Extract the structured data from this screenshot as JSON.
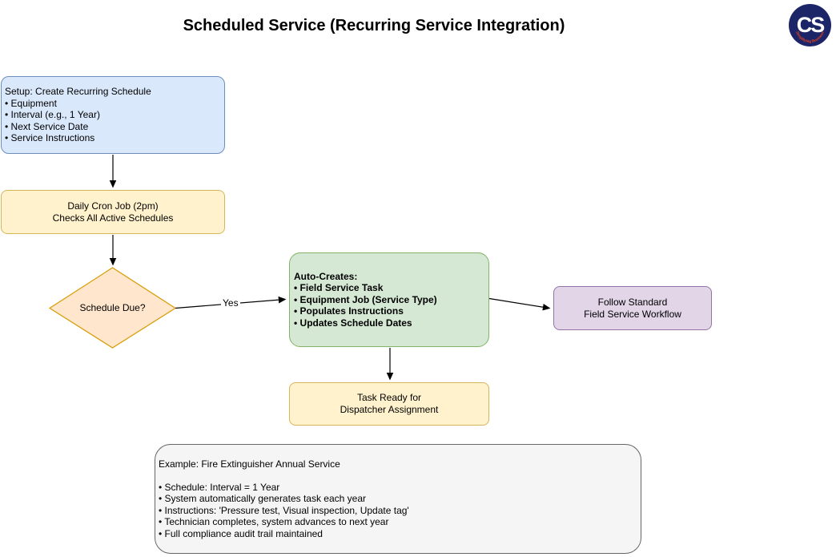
{
  "title": "Scheduled Service (Recurring Service Integration)",
  "logo": {
    "monogram": "CS",
    "tagline": "Simplifying Business",
    "circle_color": "#1b2567",
    "monogram_color": "#ffffff",
    "tagline_color": "#e8431f"
  },
  "nodes": {
    "setup": {
      "lines": [
        "Setup: Create Recurring Schedule",
        "• Equipment",
        "• Interval (e.g., 1 Year)",
        "• Next Service Date",
        "• Service Instructions"
      ],
      "fill": "#dae8fc",
      "border": "#6c8ebf"
    },
    "cron": {
      "lines": [
        "Daily Cron Job (2pm)",
        "Checks All Active Schedules"
      ],
      "fill": "#fff2cc",
      "border": "#d6b656"
    },
    "decision": {
      "label": "Schedule Due?",
      "fill": "#ffe6cc",
      "border": "#d79b00"
    },
    "auto_creates": {
      "lines": [
        "Auto-Creates:",
        "• Field Service Task",
        "• Equipment Job (Service Type)",
        "• Populates Instructions",
        "• Updates Schedule Dates"
      ],
      "fill": "#d5e8d4",
      "border": "#82b366"
    },
    "workflow": {
      "lines": [
        "Follow Standard",
        "Field Service Workflow"
      ],
      "fill": "#e1d5e7",
      "border": "#9673a6"
    },
    "task_ready": {
      "lines": [
        "Task Ready for",
        "Dispatcher Assignment"
      ],
      "fill": "#fff2cc",
      "border": "#d6b656"
    },
    "example": {
      "lines": [
        "Example: Fire Extinguisher Annual Service",
        "",
        "• Schedule: Interval = 1 Year",
        "• System automatically generates task each year",
        "• Instructions: 'Pressure test, Visual inspection, Update tag'",
        "• Technician completes, system advances to next year",
        "• Full compliance audit trail maintained"
      ],
      "fill": "#f5f5f5",
      "border": "#666666"
    }
  },
  "edges": {
    "yes_label": "Yes"
  }
}
